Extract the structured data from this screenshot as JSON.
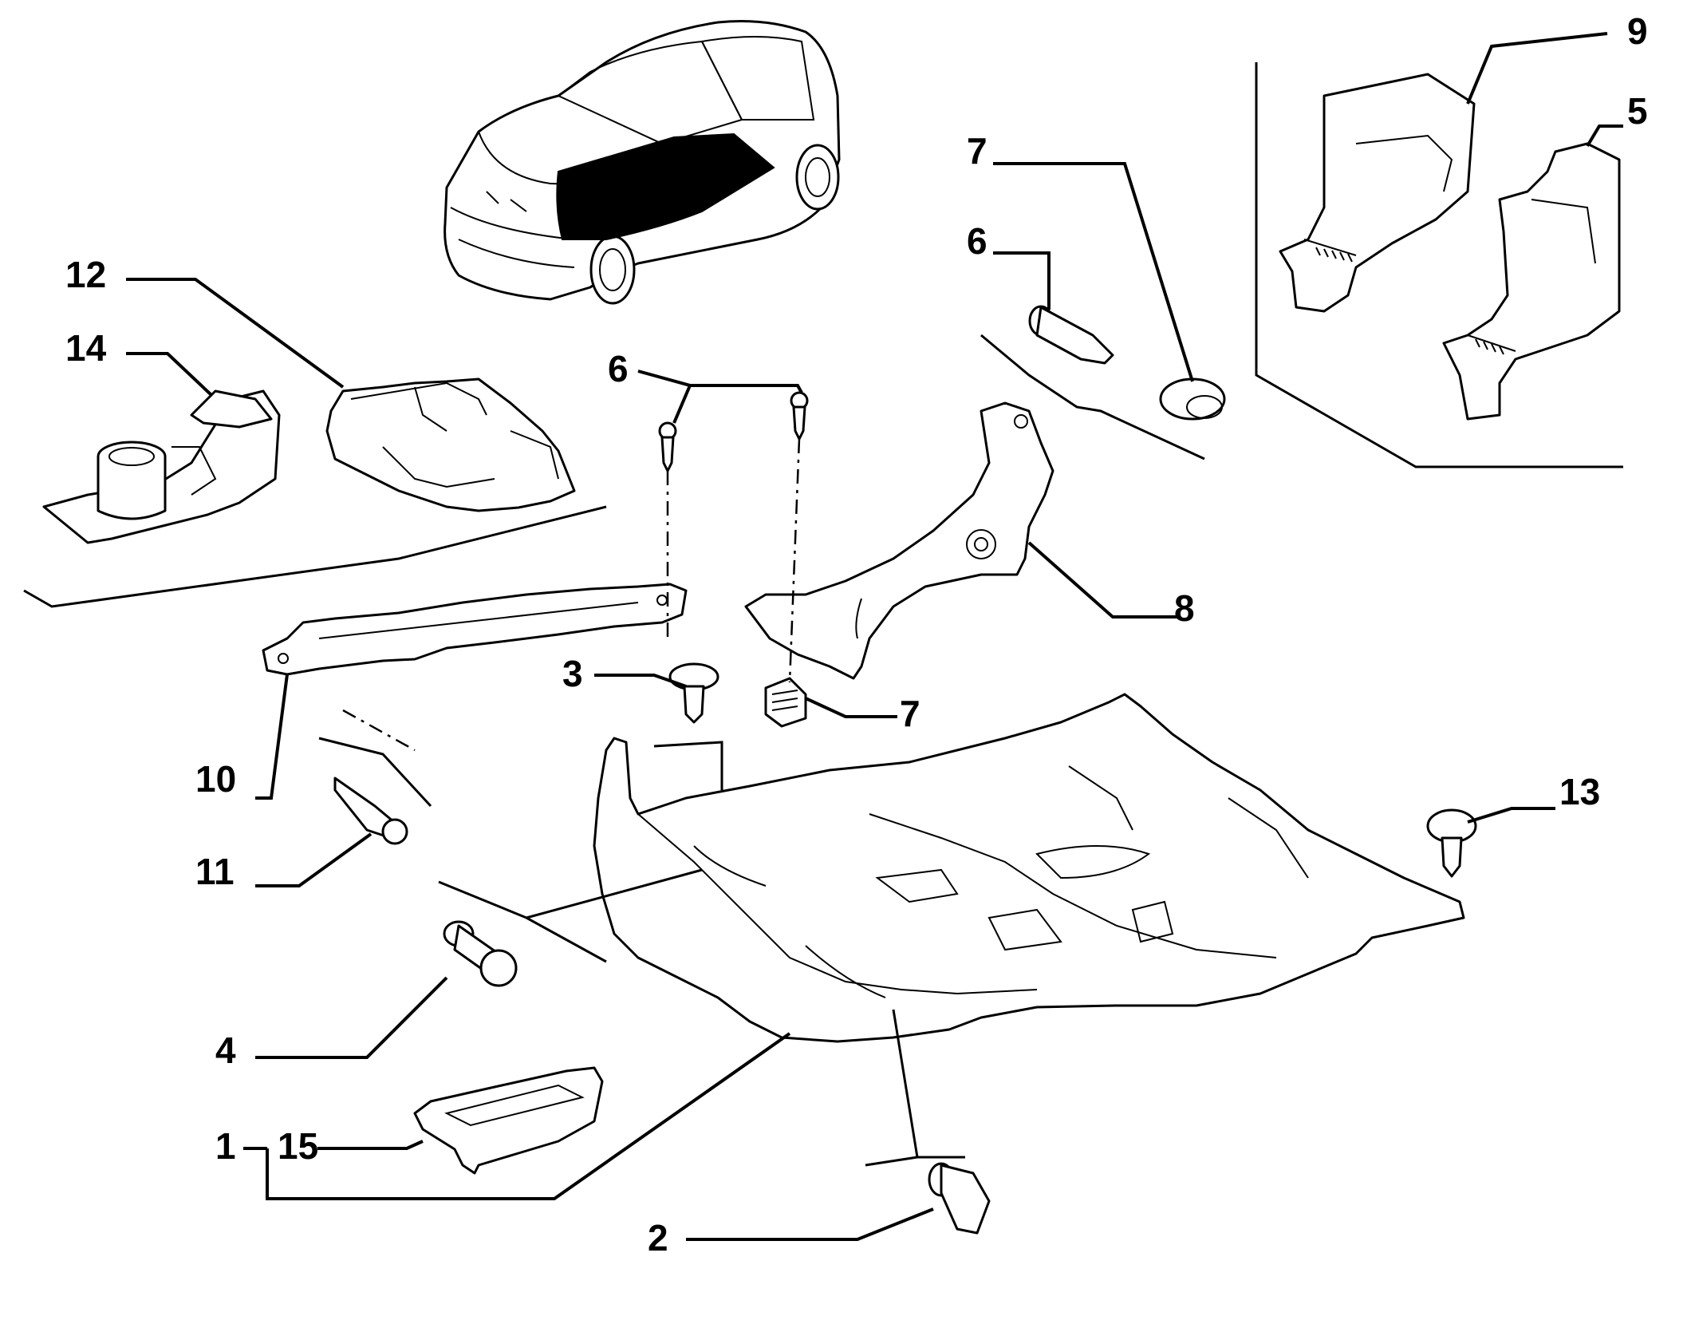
{
  "labels": {
    "p1": "1",
    "p2": "2",
    "p3": "3",
    "p4": "4",
    "p5": "5",
    "p6a": "6",
    "p6b": "6",
    "p7a": "7",
    "p7b": "7",
    "p8": "8",
    "p9": "9",
    "p10": "10",
    "p11": "11",
    "p12": "12",
    "p13": "13",
    "p14": "14",
    "p15": "15"
  }
}
